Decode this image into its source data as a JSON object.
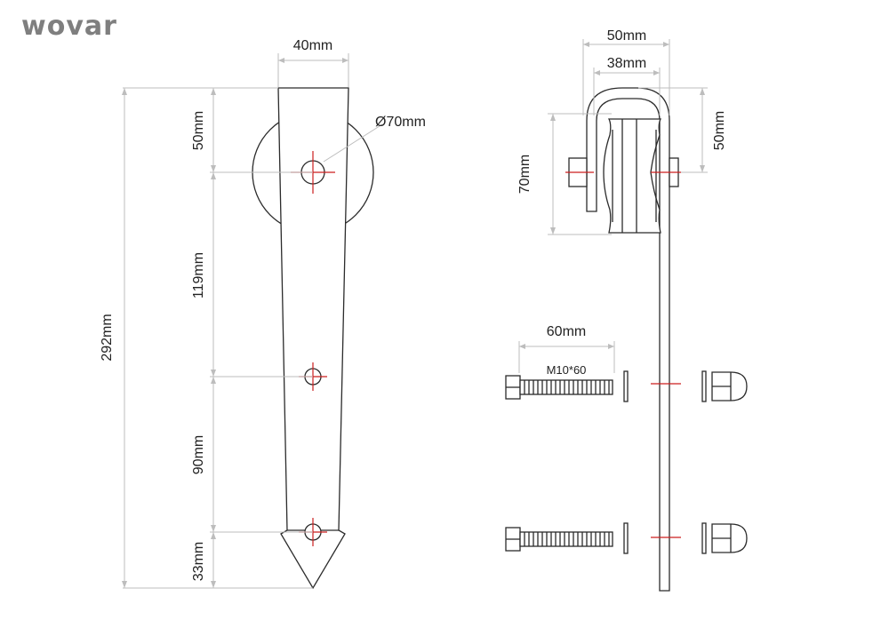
{
  "brand": {
    "name": "wovar"
  },
  "labels": {
    "hanger_width": "40mm",
    "wheel_diameter": "Ø70mm",
    "overall_height": "292mm",
    "top_to_wheel": "50mm",
    "wheel_to_hole2": "119mm",
    "hole2_to_hole3": "90mm",
    "hole3_to_tip": "33mm",
    "side_outer_width": "50mm",
    "side_inner_width": "38mm",
    "side_wheel_height": "70mm",
    "side_bracket_height": "50mm",
    "bolt_length": "60mm",
    "bolt_spec": "M10*60"
  },
  "colors": {
    "outline": "#2b2b2b",
    "dimension_line": "#bdbdbd",
    "center_mark": "#cc1f1f",
    "brand": "#7f7f7f"
  }
}
